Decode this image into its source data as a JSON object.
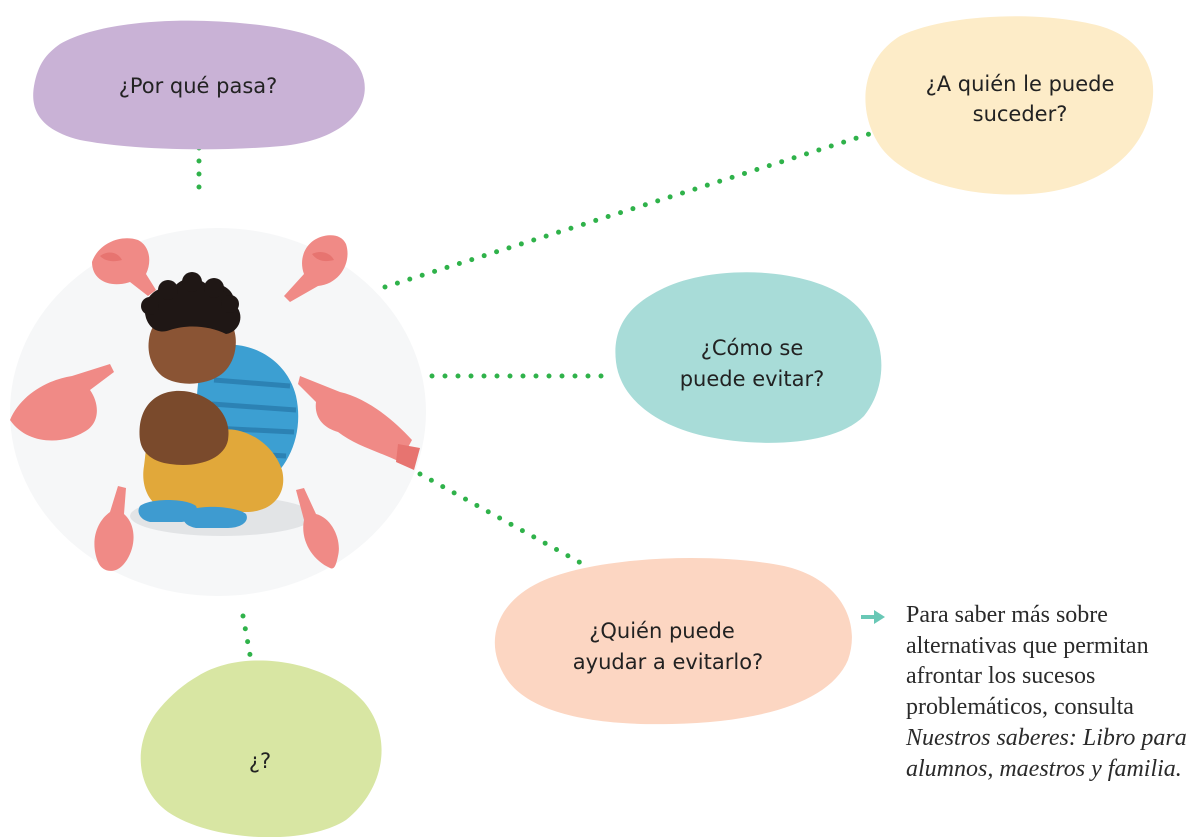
{
  "colors": {
    "connector": "#2fb24a",
    "bubble_purple": "#c9b2d6",
    "bubble_yellow": "#fdecc8",
    "bubble_teal": "#a8dcd8",
    "bubble_peach": "#fcd6c2",
    "bubble_green": "#d8e6a3",
    "arrow": "#69c8b6"
  },
  "bubbles": {
    "por_que": {
      "line1": "¿Por qué pasa?"
    },
    "a_quien": {
      "line1": "¿A quién le puede",
      "line2": "suceder?"
    },
    "como": {
      "line1": "¿Cómo se",
      "line2": "puede evitar?"
    },
    "quien": {
      "line1": "¿Quién puede",
      "line2": "ayudar a evitarlo?"
    },
    "otra": {
      "line1": "¿?"
    }
  },
  "center_image": {
    "icon": "bullied-child-illustration"
  },
  "note": {
    "lines": [
      "Para saber más sobre",
      "alternativas que permitan",
      "afrontar los sucesos",
      "problemáticos, consulta"
    ],
    "ref_lines": [
      "Nuestros saberes: Libro para",
      "alumnos, maestros y familia."
    ]
  }
}
